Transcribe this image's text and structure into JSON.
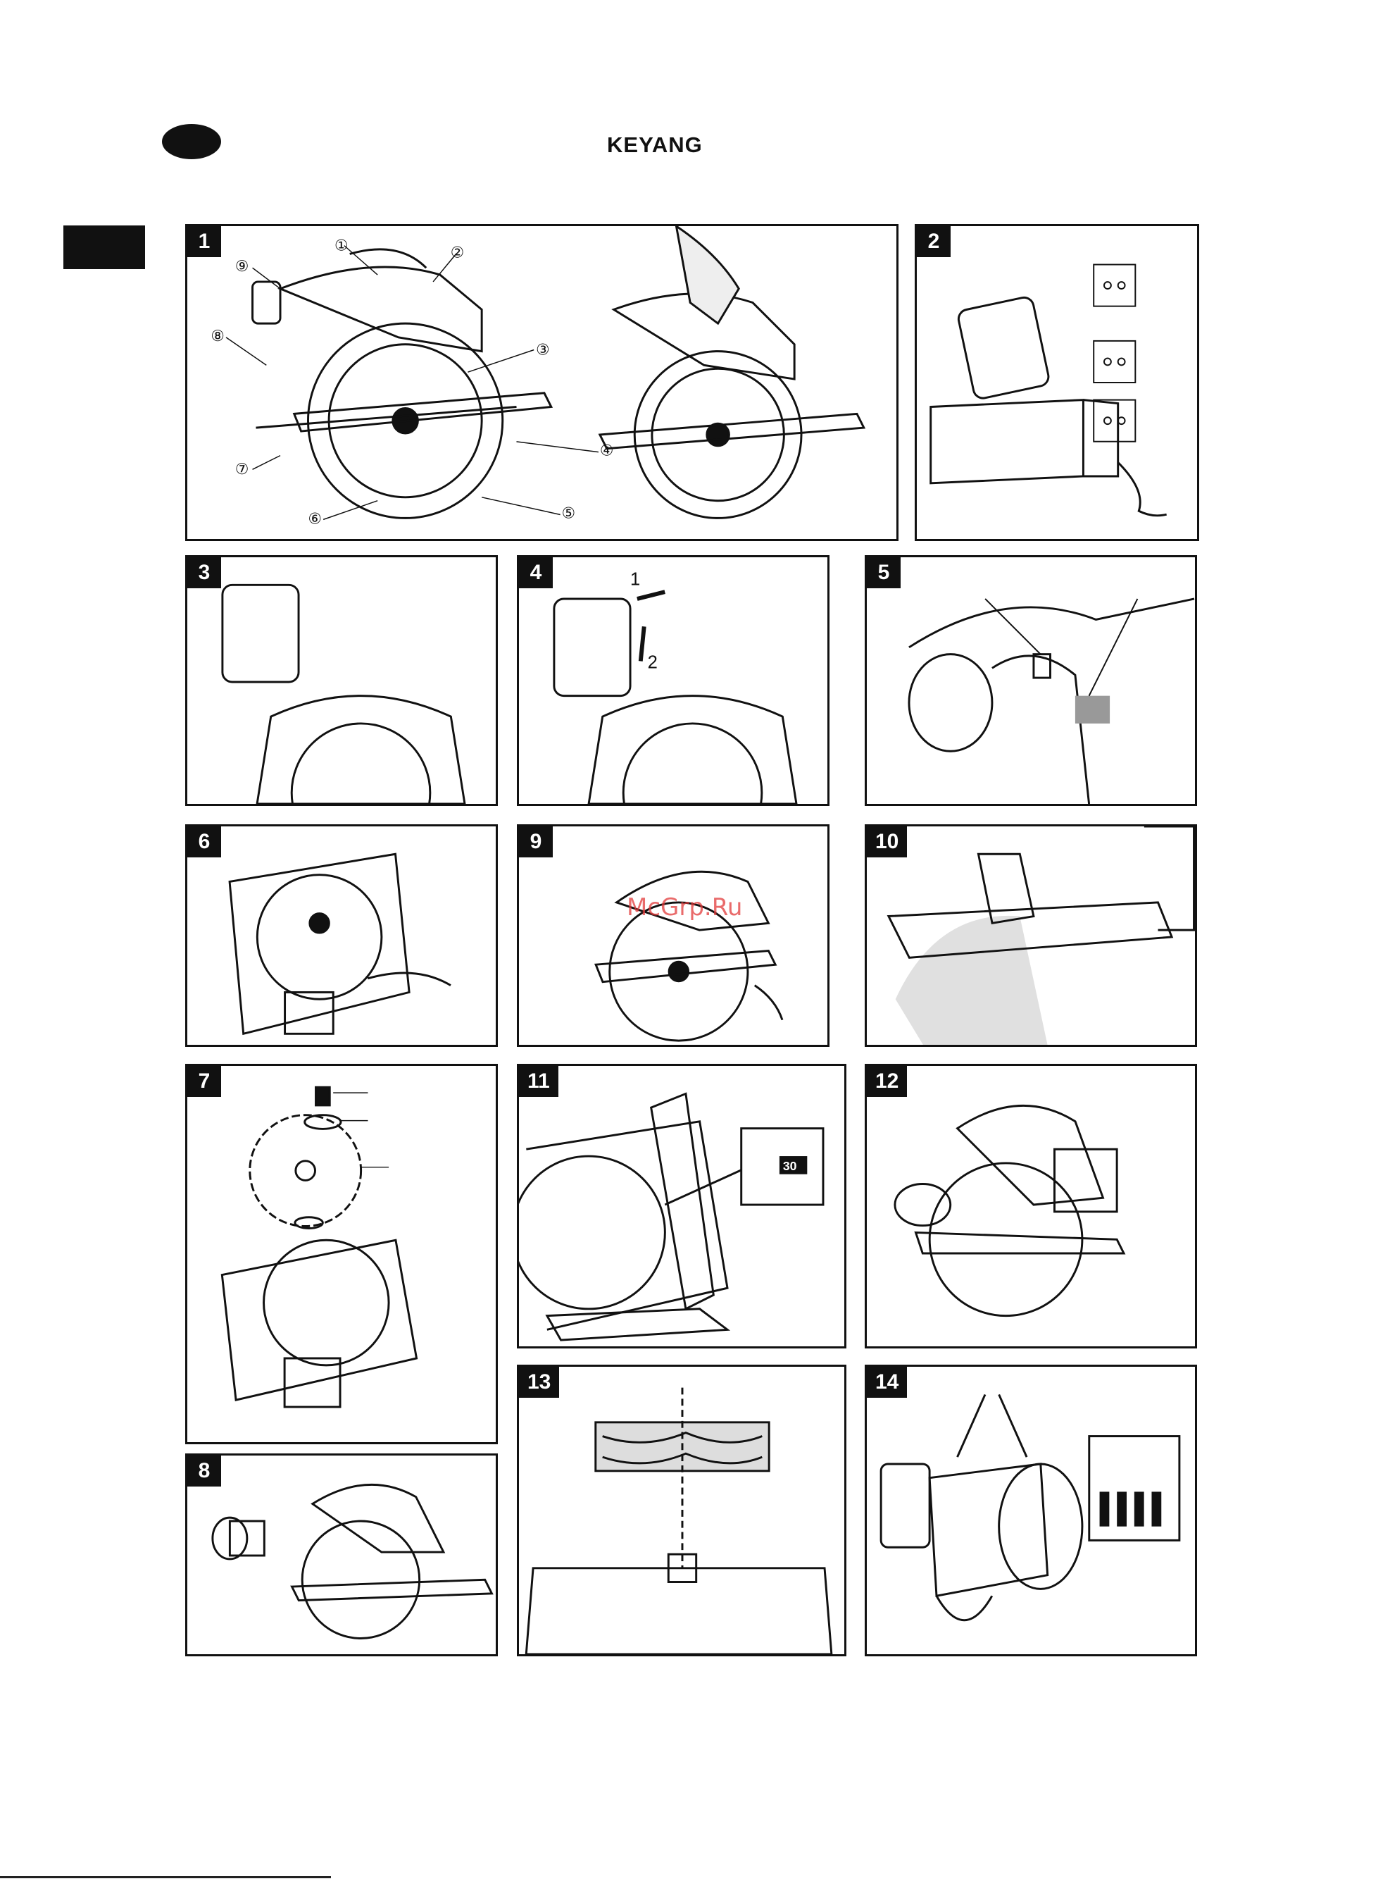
{
  "header": {
    "brand": "KEYANG"
  },
  "watermark": "McGrp.Ru",
  "panels": [
    {
      "number": "1",
      "callouts": [
        "①",
        "②",
        "③",
        "④",
        "⑤",
        "⑥",
        "⑦",
        "⑧",
        "⑨"
      ]
    },
    {
      "number": "2"
    },
    {
      "number": "3"
    },
    {
      "number": "4",
      "callouts": [
        "1",
        "2"
      ]
    },
    {
      "number": "5"
    },
    {
      "number": "6"
    },
    {
      "number": "9"
    },
    {
      "number": "10"
    },
    {
      "number": "7"
    },
    {
      "number": "11",
      "callouts": [
        "30"
      ]
    },
    {
      "number": "12"
    },
    {
      "number": "13"
    },
    {
      "number": "14"
    },
    {
      "number": "8"
    }
  ],
  "icons": {
    "plug_icons": [
      "plug-icon-eu",
      "plug-icon-uk",
      "plug-icon-au"
    ]
  }
}
